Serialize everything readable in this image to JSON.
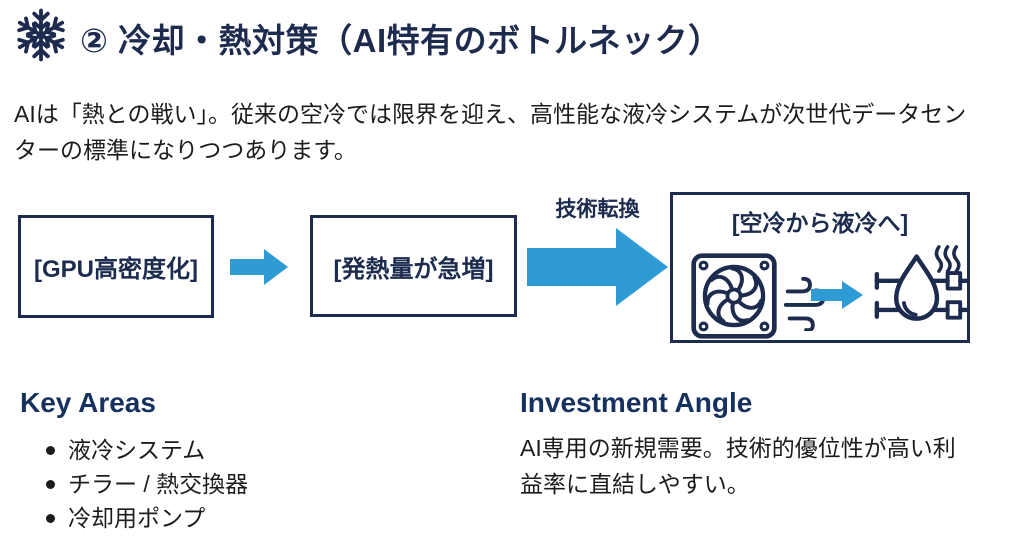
{
  "title": "② 冷却・熱対策（AI特有のボトルネック）",
  "intro": "AIは「熱との戦い」。従来の空冷では限界を迎え、高性能な液冷システムが次世代データセンターの標準になりつつあります。",
  "flow": {
    "step1": "[GPU高密度化]",
    "step2": "[発熱量が急増]",
    "transition_label": "技術転換",
    "result_title": "[空冷から液冷へ]"
  },
  "icons": {
    "header": "snowflake-icon",
    "air_cooling": "case-fan-icon",
    "airflow": "wind-icon",
    "liquid_cooling": "water-droplet-heat-icon"
  },
  "key_areas": {
    "heading": "Key Areas",
    "items": [
      "液冷システム",
      "チラー / 熱交換器",
      "冷却用ポンプ"
    ]
  },
  "investment": {
    "heading": "Investment Angle",
    "text": "AI専用の新規需要。技術的優位性が高い利益率に直結しやすい。"
  },
  "colors": {
    "navy": "#1c2b4e",
    "heading_navy": "#16315f",
    "arrow_blue": "#2e9bd4",
    "body_text": "#1c1c1c"
  }
}
